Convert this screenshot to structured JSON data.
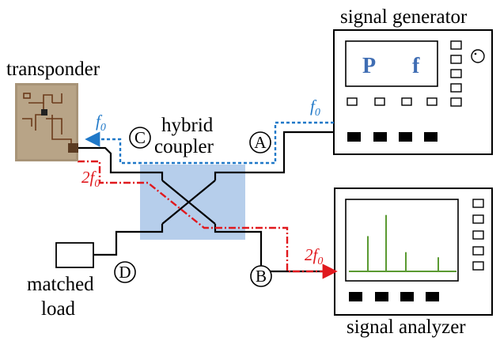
{
  "labels": {
    "signal_generator": "signal generator",
    "transponder": "transponder",
    "hybrid_coupler_line1": "hybrid",
    "hybrid_coupler_line2": "coupler",
    "matched_load_line1": "matched",
    "matched_load_line2": "load",
    "signal_analyzer": "signal analyzer"
  },
  "ports": {
    "A": "A",
    "B": "B",
    "C": "C",
    "D": "D"
  },
  "frequencies": {
    "fundamental": {
      "base": "f",
      "subscript": "0"
    },
    "harmonic_tx": {
      "base": "2f",
      "subscript": "0"
    },
    "harmonic_rx": {
      "base": "2f",
      "subscript": "0"
    }
  },
  "generator_display": {
    "p": "P",
    "f": "f"
  },
  "colors": {
    "fundamental_path": "#1f78c8",
    "harmonic_path": "#e0191e",
    "coupler_fill": "#a9c5e8",
    "spectrum_lines": "#5a9a32",
    "display_text": "#3f6db3"
  },
  "spectrum": {
    "peaks": [
      0.55,
      0.88,
      0.3,
      0.22
    ]
  }
}
